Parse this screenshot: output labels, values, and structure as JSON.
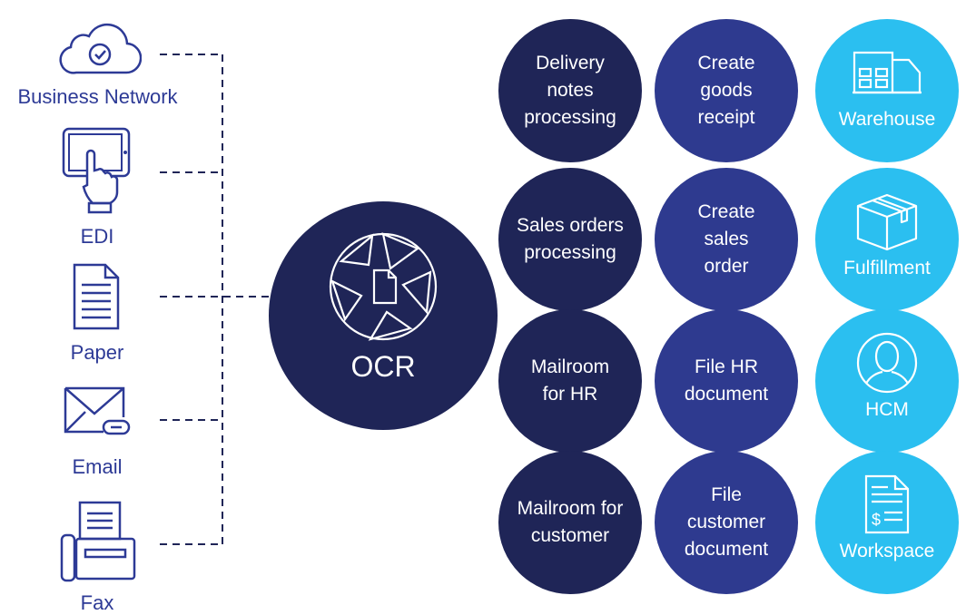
{
  "sources": [
    {
      "label": "Business Network",
      "icon": "cloud-check-icon"
    },
    {
      "label": "EDI",
      "icon": "tablet-touch-icon"
    },
    {
      "label": "Paper",
      "icon": "paper-document-icon"
    },
    {
      "label": "Email",
      "icon": "email-attachment-icon"
    },
    {
      "label": "Fax",
      "icon": "fax-machine-icon"
    }
  ],
  "hub": {
    "label": "OCR",
    "icon": "aperture-document-icon"
  },
  "rows": [
    {
      "process": "Delivery notes processing",
      "action": "Create goods receipt",
      "target": "Warehouse",
      "target_icon": "warehouse-icon"
    },
    {
      "process": "Sales orders processing",
      "action": "Create sales order",
      "target": "Fulfillment",
      "target_icon": "package-box-icon"
    },
    {
      "process": "Mailroom for HR",
      "action": "File HR document",
      "target": "HCM",
      "target_icon": "person-icon"
    },
    {
      "process": "Mailroom for customer",
      "action": "File customer document",
      "target": "Workspace",
      "target_icon": "invoice-document-icon"
    }
  ],
  "colors": {
    "source_blue": "#2d3a96",
    "process_navy": "#1f2557",
    "action_blue": "#2e3a8f",
    "target_cyan": "#2bbff0"
  }
}
